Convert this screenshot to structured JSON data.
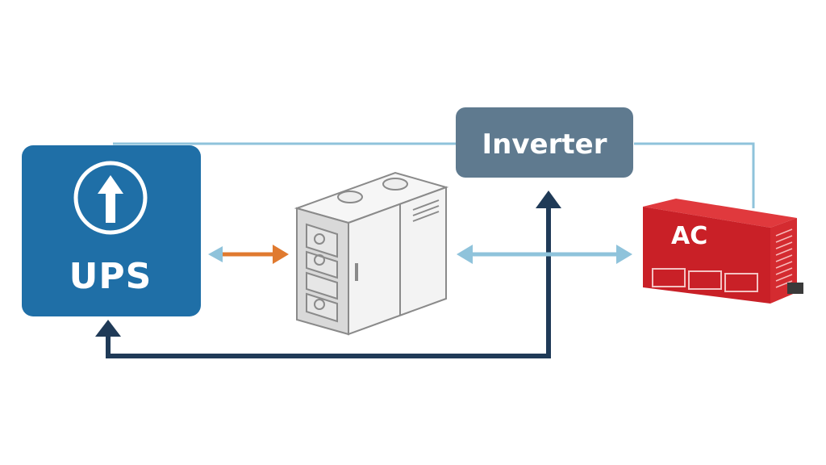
{
  "nodes": {
    "ups": {
      "label": "UPS"
    },
    "inverter": {
      "label": "Inverter"
    },
    "cabinet": {
      "label": ""
    },
    "ac": {
      "label": "AC"
    }
  },
  "colors": {
    "ups_fill": "#1f6fa7",
    "inverter_fill": "#5f7a8f",
    "ac_front": "#c92027",
    "ac_top": "#e0393d",
    "ac_side": "#d42b30",
    "cabinet_body": "#f1f1f1",
    "cabinet_stroke": "#8a8a8a",
    "light_line": "#8fc3db",
    "dark_arrow": "#1f3a57",
    "orange_arrow": "#e07a2f",
    "label_text": "#ffffff"
  },
  "icons": {
    "ups": "up-arrow-circle-icon"
  }
}
